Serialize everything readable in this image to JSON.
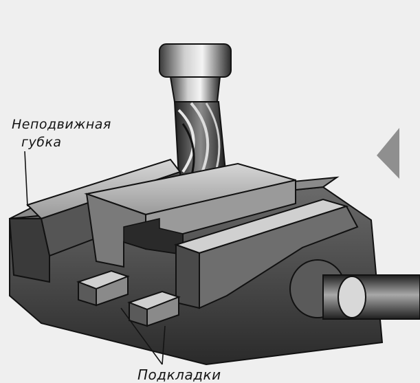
{
  "labels": {
    "fixed_jaw_line1": "Неподвижная",
    "fixed_jaw_line2": "губка",
    "shims": "Подкладки"
  },
  "colors": {
    "paper": "#efefef",
    "ink": "#141414",
    "metal_dark": "#2a2a2a",
    "metal_mid": "#6a6a6a",
    "metal_light": "#b8b8b8",
    "arrow": "#8f8f8f"
  }
}
